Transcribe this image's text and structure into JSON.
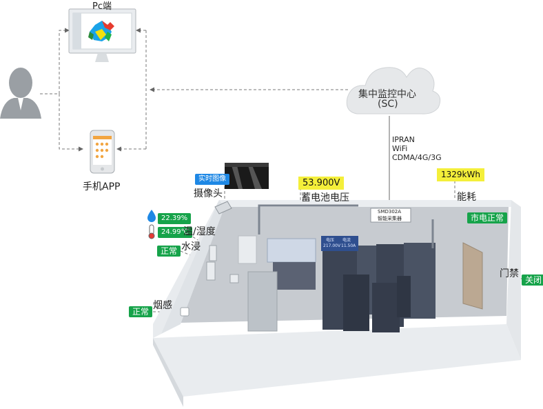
{
  "pc": {
    "label": "Pc端"
  },
  "mobile": {
    "label": "手机APP"
  },
  "center": {
    "line1": "集中监控中心",
    "line2": "(SC)"
  },
  "network": {
    "lines": [
      "IPRAN",
      "WiFi",
      "CDMA/4G/3G"
    ]
  },
  "collector": {
    "model": "SMD302A",
    "name": "智能采集器"
  },
  "camera": {
    "badge": "实时图像",
    "label": "摄像头"
  },
  "battery": {
    "value": "53.900V",
    "label": "蓄电池电压"
  },
  "energy": {
    "value": "1329kWh",
    "label": "能耗"
  },
  "mains": {
    "status": "市电正常"
  },
  "door": {
    "label": "门禁",
    "status": "关闭"
  },
  "temperature_humidity": {
    "humidity": "22.39%",
    "temperature": "24.99℃",
    "label": "温/湿度"
  },
  "water": {
    "label": "水浸",
    "status": "正常"
  },
  "smoke": {
    "label": "烟感",
    "status": "正常"
  },
  "ups_panel": {
    "col1": "电压",
    "col2": "电流",
    "val1": "217.00V",
    "val2": "11.50A"
  },
  "colors": {
    "green": "#16a34a",
    "blue": "#1e88e5",
    "yellow": "#f4ef3a"
  }
}
